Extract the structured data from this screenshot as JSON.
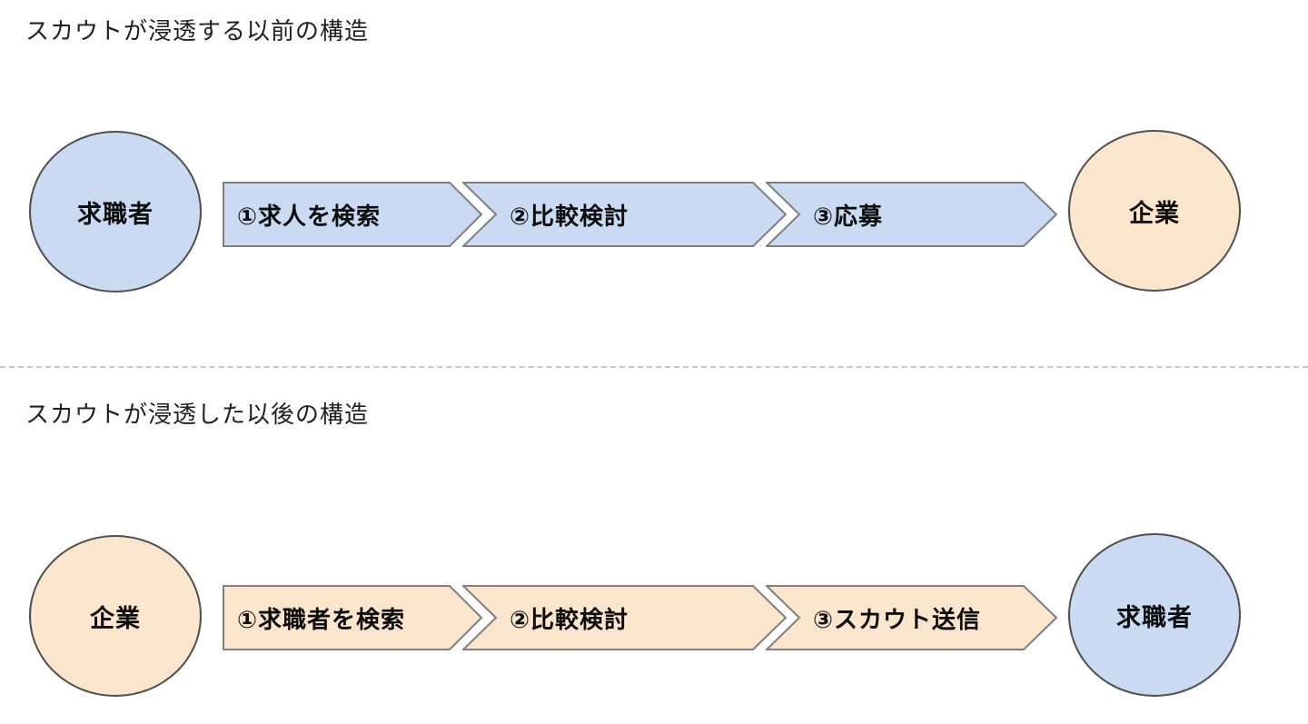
{
  "colors": {
    "background": "#ffffff",
    "blue_fill": "#c9daf2",
    "peach_fill": "#fbe5cd",
    "arrow_border": "#7f7f7f",
    "circle_border": "#4f4f4f",
    "divider": "#c9c9c9",
    "text": "#0d0d0d"
  },
  "sections": [
    {
      "title": "スカウトが浸透する以前の構造",
      "start_node": {
        "label": "求職者",
        "color": "blue"
      },
      "steps": [
        {
          "label": "①求人を検索"
        },
        {
          "label": "②比較検討"
        },
        {
          "label": "③応募"
        }
      ],
      "end_node": {
        "label": "企業",
        "color": "peach"
      },
      "flow_color": "blue"
    },
    {
      "title": "スカウトが浸透した以後の構造",
      "start_node": {
        "label": "企業",
        "color": "peach"
      },
      "steps": [
        {
          "label": "①求職者を検索"
        },
        {
          "label": "②比較検討"
        },
        {
          "label": "③スカウト送信"
        }
      ],
      "end_node": {
        "label": "求職者",
        "color": "blue"
      },
      "flow_color": "peach"
    }
  ]
}
